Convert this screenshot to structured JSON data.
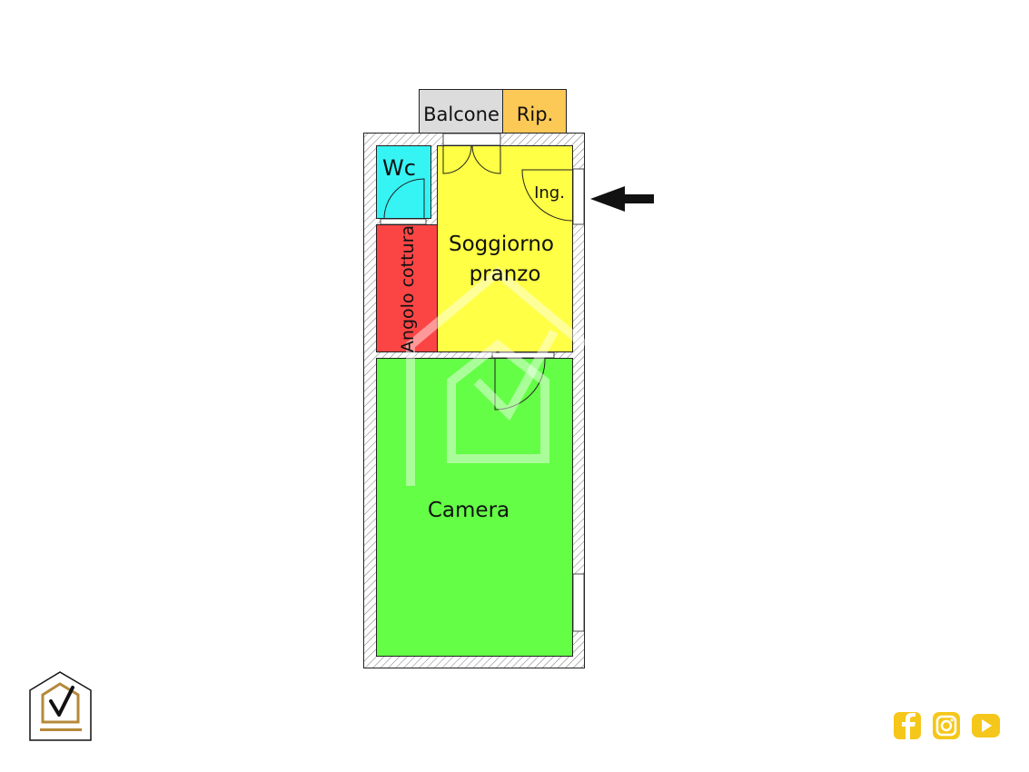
{
  "rooms": {
    "balcone": "Balcone",
    "ripostiglio": "Rip.",
    "wc": "Wc",
    "angolo_cottura": "Angolo cottura",
    "soggiorno_line1": "Soggiorno",
    "soggiorno_line2": "pranzo",
    "ingresso": "Ing.",
    "camera": "Camera"
  },
  "colors": {
    "balcone": "#dcdcdc",
    "ripostiglio": "#fdc956",
    "wc": "#36f4f4",
    "angolo_cottura": "#fb4545",
    "soggiorno": "#ffff45",
    "camera": "#64fe46",
    "brand_gold": "#b5893a",
    "social": "#f5c71a"
  },
  "icons": [
    "entrance-arrow-icon",
    "logo-house-check-icon",
    "facebook-icon",
    "instagram-icon",
    "youtube-icon"
  ]
}
